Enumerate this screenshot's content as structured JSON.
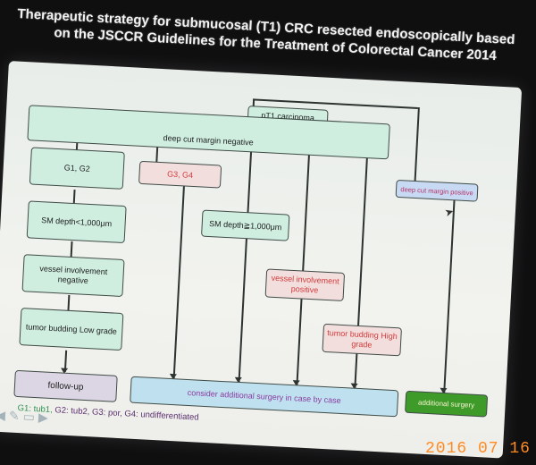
{
  "title": {
    "line1": "Therapeutic strategy for submucosal (T1) CRC resected endoscopically based",
    "line2": "on the JSCCR Guidelines for the Treatment of Colorectal Cancer 2014"
  },
  "flow": {
    "root": "pT1 carcinoma",
    "margin_negative": "deep cut margin negative",
    "margin_positive": "deep cut margin positive",
    "g12": "G1, G2",
    "g34": "G3, G4",
    "sm_lt": "SM depth<1,000μm",
    "sm_ge": "SM depth≧1,000μm",
    "vessel_neg": "vessel involvement negative",
    "vessel_pos": "vessel involvement positive",
    "budding_low": "tumor budding Low grade",
    "budding_high": "tumor budding High grade",
    "follow_up": "follow-up",
    "consider": "consider additional surgery in case by case",
    "additional": "additional surgery"
  },
  "legend": {
    "prefix": "G1: tub1,",
    "rest": " G2: tub2, G3: por, G4: undifferentiated"
  },
  "icons": [
    "arrow-left-icon",
    "pen-icon",
    "slide-icon",
    "arrow-right-icon"
  ],
  "photo_date": "2016 07 16",
  "colors": {
    "mint": "#cfeee0",
    "pink": "#f3dede",
    "green": "#3f9b29",
    "blue": "#bfe1ef",
    "date": "#ff8b22"
  }
}
